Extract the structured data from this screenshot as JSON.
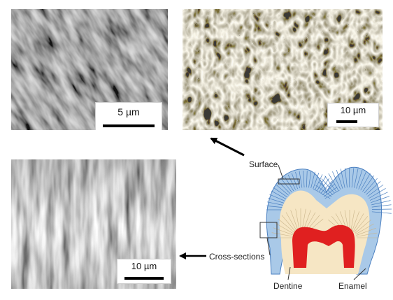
{
  "panels": {
    "top_left": {
      "scale_label": "5 µm"
    },
    "top_right": {
      "scale_label": "10 µm"
    },
    "bottom_left": {
      "scale_label": "10 µm"
    }
  },
  "diagram": {
    "surface_label": "Surface",
    "cross_sections_label": "Cross-sections",
    "dentine_label": "Dentine",
    "enamel_label": "Enamel",
    "colors": {
      "enamel": "#a9c9e8",
      "enamel_lines": "#4a7fc0",
      "dentine": "#f6e6c4",
      "pulp": "#e02020"
    }
  }
}
